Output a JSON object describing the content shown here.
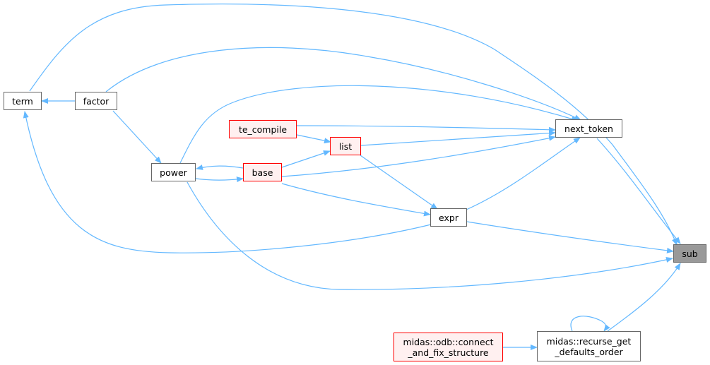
{
  "colors": {
    "edge": "#63b8ff",
    "plain_border": "#666666",
    "red_border": "#ff0000",
    "red_fill": "#fff0f0",
    "focus_fill": "#999999"
  },
  "nodes": {
    "term": {
      "label": "term"
    },
    "factor": {
      "label": "factor"
    },
    "power": {
      "label": "power"
    },
    "te_compile": {
      "label": "te_compile"
    },
    "list": {
      "label": "list"
    },
    "base": {
      "label": "base"
    },
    "next_token": {
      "label": "next_token"
    },
    "expr": {
      "label": "expr"
    },
    "sub": {
      "label": "sub"
    },
    "connect_and_fix_structure": {
      "label": "midas::odb::connect\n_and_fix_structure"
    },
    "recurse_get_defaults_order": {
      "label": "midas::recurse_get\n_defaults_order"
    }
  },
  "edges": [
    {
      "from": "term",
      "to": "sub"
    },
    {
      "from": "factor",
      "to": "term"
    },
    {
      "from": "factor",
      "to": "next_token"
    },
    {
      "from": "factor",
      "to": "power"
    },
    {
      "from": "power",
      "to": "next_token"
    },
    {
      "from": "power",
      "to": "base"
    },
    {
      "from": "power",
      "to": "sub"
    },
    {
      "from": "te_compile",
      "to": "next_token"
    },
    {
      "from": "te_compile",
      "to": "list"
    },
    {
      "from": "list",
      "to": "next_token"
    },
    {
      "from": "list",
      "to": "expr"
    },
    {
      "from": "base",
      "to": "power"
    },
    {
      "from": "base",
      "to": "list"
    },
    {
      "from": "base",
      "to": "next_token"
    },
    {
      "from": "base",
      "to": "expr"
    },
    {
      "from": "expr",
      "to": "next_token"
    },
    {
      "from": "expr",
      "to": "term"
    },
    {
      "from": "expr",
      "to": "sub"
    },
    {
      "from": "next_token",
      "to": "sub"
    },
    {
      "from": "recurse_get_defaults_order",
      "to": "sub"
    },
    {
      "from": "recurse_get_defaults_order",
      "to": "recurse_get_defaults_order"
    },
    {
      "from": "connect_and_fix_structure",
      "to": "recurse_get_defaults_order"
    }
  ]
}
